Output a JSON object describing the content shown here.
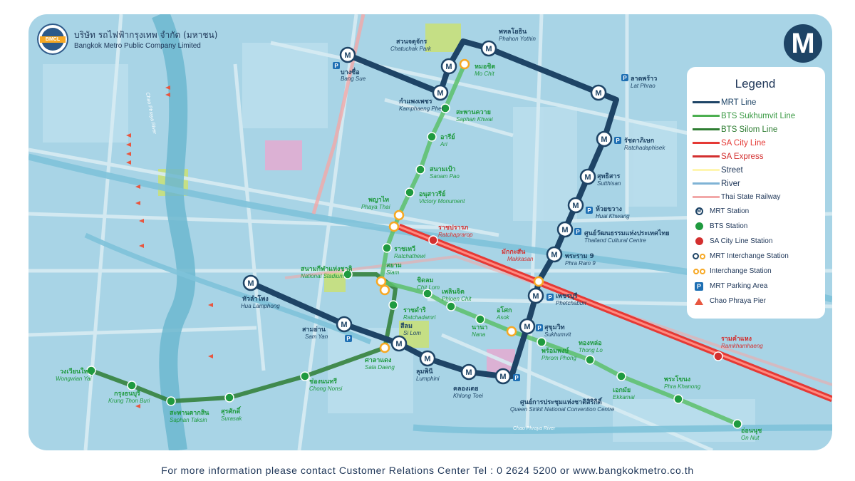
{
  "company": {
    "logo_text": "BMCL",
    "name_th": "บริษัท รถไฟฟ้ากรุงเทพ จำกัด (มหาชน)",
    "name_en": "Bangkok Metro Public Company Limited"
  },
  "brand_letter": "M",
  "legend": {
    "title": "Legend",
    "lines": [
      {
        "label": "MRT Line",
        "color": "#1e4466"
      },
      {
        "label": "BTS Sukhumvit Line",
        "color": "#4caf50"
      },
      {
        "label": "BTS Silom Line",
        "color": "#2e7d32"
      },
      {
        "label": "SA City Line",
        "color": "#e53935"
      },
      {
        "label": "SA Express",
        "color": "#d32f2f"
      },
      {
        "label": "Street",
        "color": "#fff6b0"
      },
      {
        "label": "River",
        "color": "#7fb3d5"
      },
      {
        "label": "Thai State Railway",
        "color": "#f2a8a8"
      }
    ],
    "symbols": [
      {
        "label": "MRT Station",
        "icon": "mrt-station-icon"
      },
      {
        "label": "BTS Station",
        "icon": "bts-station-icon"
      },
      {
        "label": "SA City Line Station",
        "icon": "sa-station-icon"
      },
      {
        "label": "MRT Interchange Station",
        "icon": "mrt-interchange-icon"
      },
      {
        "label": "Interchange Station",
        "icon": "interchange-icon"
      },
      {
        "label": "MRT Parking Area",
        "icon": "parking-icon"
      },
      {
        "label": "Chao Phraya Pier",
        "icon": "pier-icon"
      }
    ]
  },
  "parking_letter": "P",
  "mrt_station_letter": "M",
  "stations": [
    {
      "th": "บางซื่อ",
      "en": "Bang Sue"
    },
    {
      "th": "สวนจตุจักร",
      "en": "Chatuchak Park"
    },
    {
      "th": "กำแพงเพชร",
      "en": "Kamphaeng Phet"
    },
    {
      "th": "หมอชิต",
      "en": "Mo Chit"
    },
    {
      "th": "พหลโยธิน",
      "en": "Phahon Yothin"
    },
    {
      "th": "ลาดพร้าว",
      "en": "Lat Phrao"
    },
    {
      "th": "สะพานควาย",
      "en": "Saphan Khwai"
    },
    {
      "th": "อารีย์",
      "en": "Ari"
    },
    {
      "th": "รัชดาภิเษก",
      "en": "Ratchadaphisek"
    },
    {
      "th": "สุทธิสาร",
      "en": "Sutthisan"
    },
    {
      "th": "สนามเป้า",
      "en": "Sanam Pao"
    },
    {
      "th": "อนุสาวรีย์",
      "en": "Victory Monument"
    },
    {
      "th": "ห้วยขวาง",
      "en": "Huai Khwang"
    },
    {
      "th": "พญาไท",
      "en": "Phaya Thai"
    },
    {
      "th": "ราชปรารภ",
      "en": "Ratchaprarop"
    },
    {
      "th": "ศูนย์วัฒนธรรมแห่งประเทศไทย",
      "en": "Thailand Cultural Centre"
    },
    {
      "th": "ราชเทวี",
      "en": "Ratchathewi"
    },
    {
      "th": "พระราม 9",
      "en": "Phra Ram 9"
    },
    {
      "th": "มักกะสัน",
      "en": "Makkasan"
    },
    {
      "th": "สนามกีฬาแห่งชาติ",
      "en": "National Stadium"
    },
    {
      "th": "สยาม",
      "en": "Siam"
    },
    {
      "th": "ชิดลม",
      "en": "Chit Lom"
    },
    {
      "th": "เพลินจิต",
      "en": "Phloen Chit"
    },
    {
      "th": "หัวลำโพง",
      "en": "Hua Lamphong"
    },
    {
      "th": "เพชรบุรี",
      "en": "Phetchaburi"
    },
    {
      "th": "ราชดำริ",
      "en": "Ratchadamri"
    },
    {
      "th": "นานา",
      "en": "Nana"
    },
    {
      "th": "อโศก",
      "en": "Asok"
    },
    {
      "th": "สามย่าน",
      "en": "Sam Yan"
    },
    {
      "th": "สุขุมวิท",
      "en": "Sukhumvit"
    },
    {
      "th": "สีลม",
      "en": "Si Lom"
    },
    {
      "th": "พร้อมพงษ์",
      "en": "Phrom Phong"
    },
    {
      "th": "ทองหล่อ",
      "en": "Thong Lo"
    },
    {
      "th": "ศาลาแดง",
      "en": "Sala Daeng"
    },
    {
      "th": "ลุมพินี",
      "en": "Lumphini"
    },
    {
      "th": "คลองเตย",
      "en": "Khlong Toei"
    },
    {
      "th": "ช่องนนทรี",
      "en": "Chong Nonsi"
    },
    {
      "th": "เอกมัย",
      "en": "Ekkamai"
    },
    {
      "th": "พระโขนง",
      "en": "Phra Khanong"
    },
    {
      "th": "รามคำแหง",
      "en": "Ramkhamhaeng"
    },
    {
      "th": "วงเวียนใหญ่",
      "en": "Wongwian Yai"
    },
    {
      "th": "ศูนย์การประชุมแห่งชาติสิริกิติ์",
      "en": "Queen Sirikit National Convention Centre"
    },
    {
      "th": "กรุงธนบุรี",
      "en": "Krung Thon Buri"
    },
    {
      "th": "สุรศักดิ์",
      "en": "Surasak"
    },
    {
      "th": "สะพานตากสิน",
      "en": "Saphan Taksin"
    },
    {
      "th": "อ่อนนุช",
      "en": "On Nut"
    }
  ],
  "rivers": {
    "chao_phraya": "Chao Phraya River",
    "khlong": "Chao Phraya River"
  },
  "footer": "For more information please contact Customer Relations Center Tel : 0 2624 5200 or www.bangkokmetro.co.th"
}
